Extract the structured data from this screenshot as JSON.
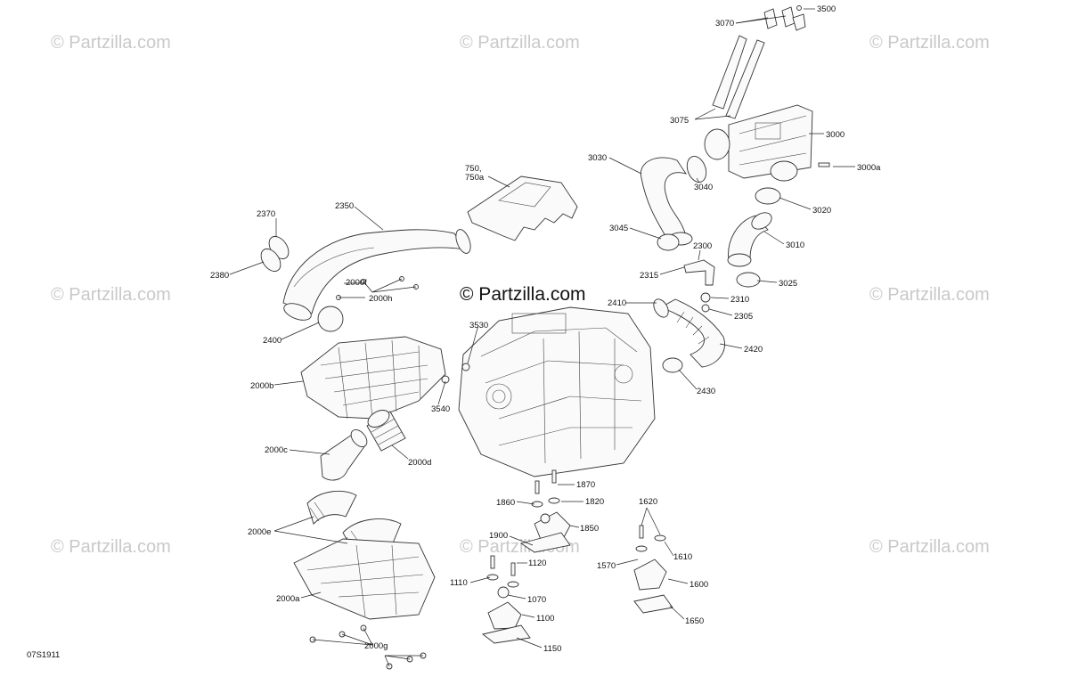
{
  "diagram": {
    "drawing_code": "07S1911",
    "center_watermark": "© Partzilla.com",
    "watermarks": [
      "© Partzilla.com",
      "© Partzilla.com",
      "© Partzilla.com",
      "© Partzilla.com",
      "© Partzilla.com",
      "© Partzilla.com",
      "© Partzilla.com",
      "© Partzilla.com"
    ],
    "callouts": {
      "c3500": "3500",
      "c3070": "3070",
      "c3075": "3075",
      "c3000": "3000",
      "c3000a": "3000a",
      "c3030": "3030",
      "c3040": "3040",
      "c3020": "3020",
      "c3045": "3045",
      "c3010": "3010",
      "c2300": "2300",
      "c2315": "2315",
      "c3025": "3025",
      "c2310": "2310",
      "c2305": "2305",
      "c2410": "2410",
      "c2420": "2420",
      "c2430": "2430",
      "c750": "750,",
      "c750a": "750a",
      "c2370": "2370",
      "c2350": "2350",
      "c2380": "2380",
      "c2000f": "2000f",
      "c2000h": "2000h",
      "c2400": "2400",
      "c3530": "3530",
      "c3540": "3540",
      "c2000b": "2000b",
      "c2000c": "2000c",
      "c2000d": "2000d",
      "c2000e": "2000e",
      "c2000a": "2000a",
      "c2000g": "2000g",
      "c1870": "1870",
      "c1860": "1860",
      "c1820": "1820",
      "c1850": "1850",
      "c1900": "1900",
      "c1120": "1120",
      "c1110": "1110",
      "c1070": "1070",
      "c1100": "1100",
      "c1150": "1150",
      "c1620": "1620",
      "c1610": "1610",
      "c1570": "1570",
      "c1600": "1600",
      "c1650": "1650"
    }
  }
}
